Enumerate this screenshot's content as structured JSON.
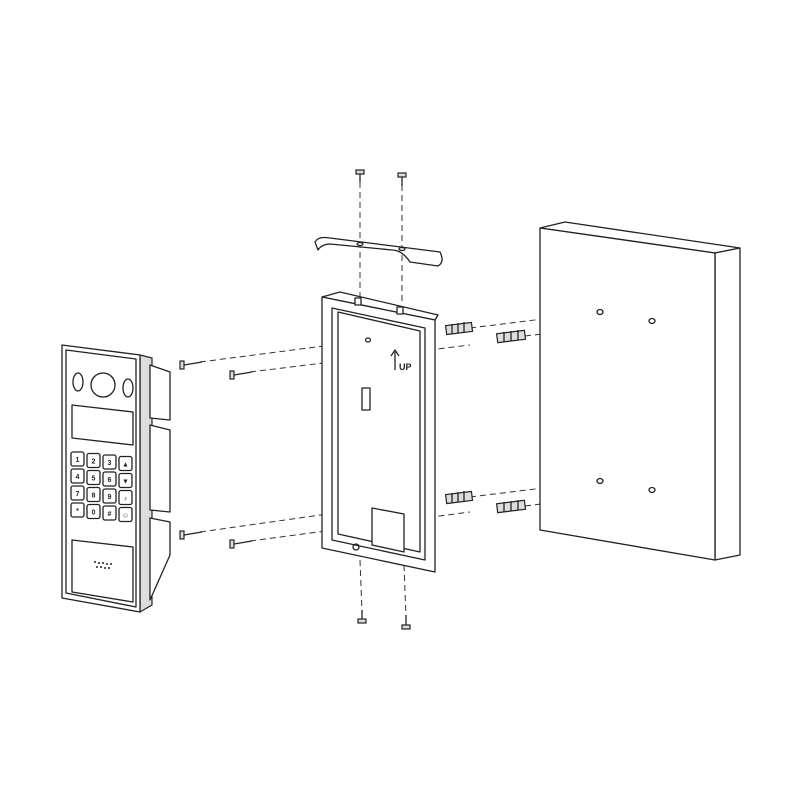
{
  "diagram": {
    "up_label": "UP",
    "keys": [
      "1",
      "2",
      "3",
      "▲",
      "4",
      "5",
      "6",
      "▼",
      "7",
      "8",
      "9",
      "♪",
      "*",
      "0",
      "#",
      "☺"
    ]
  }
}
